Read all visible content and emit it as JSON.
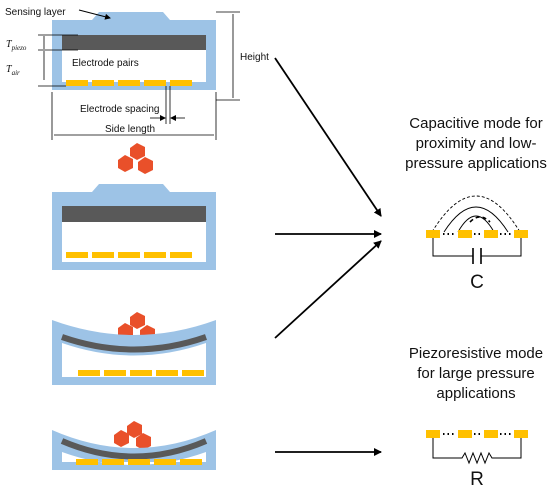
{
  "labels": {
    "sensing_layer": "Sensing layer",
    "t_piezo_base": "T",
    "t_piezo_sub": "piezo",
    "t_air_base": "T",
    "t_air_sub": "air",
    "electrode_pairs": "Electrode pairs",
    "height": "Height",
    "electrode_spacing": "Electrode spacing",
    "side_length": "Side length"
  },
  "capacitive": {
    "line1": "Capacitive mode for",
    "line2": "proximity and low-",
    "line3": "pressure applications",
    "symbol": "C"
  },
  "piezoresistive": {
    "line1": "Piezoresistive mode",
    "line2": "for large pressure",
    "line3": "applications",
    "symbol": "R"
  },
  "colors": {
    "housing": "#9dc3e6",
    "piezo_layer": "#595959",
    "electrode": "#ffc000",
    "particle": "#e9502a",
    "arrow": "#000000"
  }
}
